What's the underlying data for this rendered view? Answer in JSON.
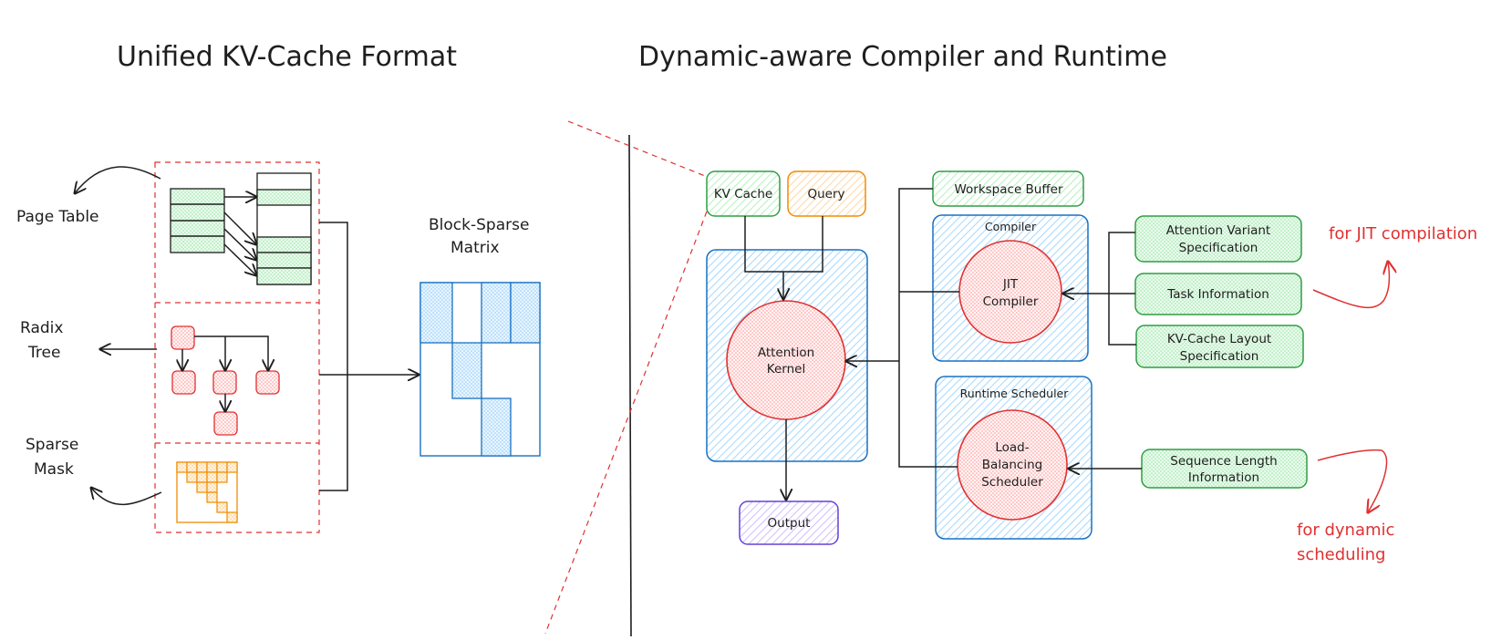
{
  "titles": {
    "left": "Unified KV-Cache Format",
    "right": "Dynamic-aware Compiler and Runtime"
  },
  "left_panel": {
    "page_table_label": "Page Table",
    "radix_tree_label_line1": "Radix",
    "radix_tree_label_line2": "Tree",
    "sparse_mask_label_line1": "Sparse",
    "sparse_mask_label_line2": "Mask",
    "block_sparse_label_line1": "Block-Sparse",
    "block_sparse_label_line2": "Matrix"
  },
  "right_panel": {
    "kv_cache": "KV Cache",
    "query": "Query",
    "attention_kernel_line1": "Attention",
    "attention_kernel_line2": "Kernel",
    "output": "Output",
    "workspace_buffer": "Workspace Buffer",
    "compiler_group": "Compiler",
    "jit_compiler_line1": "JIT",
    "jit_compiler_line2": "Compiler",
    "runtime_scheduler_group": "Runtime Scheduler",
    "scheduler_line1": "Load-",
    "scheduler_line2": "Balancing",
    "scheduler_line3": "Scheduler",
    "attention_variant_line1": "Attention Variant",
    "attention_variant_line2": "Specification",
    "task_information": "Task Information",
    "kv_layout_line1": "KV-Cache Layout",
    "kv_layout_line2": "Specification",
    "sequence_length_line1": "Sequence Length",
    "sequence_length_line2": "Information",
    "note_jit": "for JIT compilation",
    "note_dynamic_line1": "for dynamic",
    "note_dynamic_line2": "scheduling"
  },
  "colors": {
    "green_stroke": "#2f9e44",
    "green_fill": "#d3f9d8",
    "blue_stroke": "#1971c2",
    "blue_fill": "#d0ebff",
    "red_stroke": "#e03131",
    "red_fill": "#ffe3e3",
    "orange_stroke": "#f08c00",
    "orange_fill": "#ffec99",
    "purple_stroke": "#6741d9",
    "purple_fill": "#e5dbff",
    "annotation_red": "#e03131"
  }
}
